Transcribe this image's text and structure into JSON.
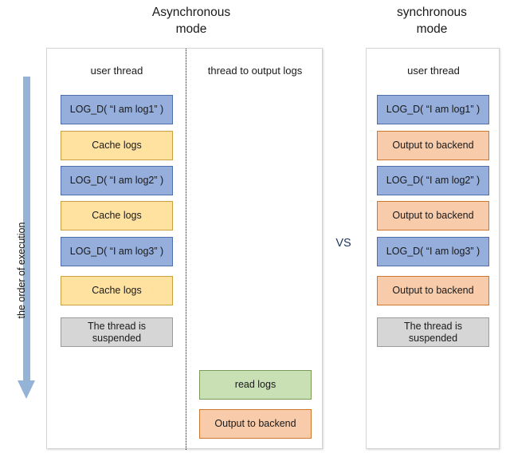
{
  "titles": {
    "async": "Asynchronous\nmode",
    "sync": "synchronous\nmode"
  },
  "comparison": {
    "vs_label": "VS"
  },
  "order_axis": {
    "label": "the order of execution",
    "arrow_color": "#95b3d7",
    "direction": "down"
  },
  "async_panel": {
    "columns": [
      {
        "id": "user-thread",
        "header": "user thread"
      },
      {
        "id": "output-log-thread",
        "header": "thread to output logs"
      }
    ],
    "user_thread_steps": [
      {
        "label": "LOG_D( “I am log1” )",
        "color": "#95aedc",
        "kind": "blue"
      },
      {
        "label": "Cache logs",
        "color": "#ffe2a0",
        "kind": "yellow"
      },
      {
        "label": "LOG_D( “I am log2” )",
        "color": "#95aedc",
        "kind": "blue"
      },
      {
        "label": "Cache logs",
        "color": "#ffe2a0",
        "kind": "yellow"
      },
      {
        "label": "LOG_D( “I am log3” )",
        "color": "#95aedc",
        "kind": "blue"
      },
      {
        "label": "Cache logs",
        "color": "#ffe2a0",
        "kind": "yellow"
      },
      {
        "label": "The thread is\nsuspended",
        "color": "#d6d6d6",
        "kind": "grey"
      }
    ],
    "output_thread_steps": [
      {
        "label": "read logs",
        "color": "#c9e0b4",
        "kind": "green"
      },
      {
        "label": "Output to backend",
        "color": "#f8cbaa",
        "kind": "orange"
      }
    ]
  },
  "sync_panel": {
    "columns": [
      {
        "id": "user-thread",
        "header": "user thread"
      }
    ],
    "user_thread_steps": [
      {
        "label": "LOG_D( “I am log1” )",
        "color": "#95aedc",
        "kind": "blue"
      },
      {
        "label": "Output to backend",
        "color": "#f8cbaa",
        "kind": "orange"
      },
      {
        "label": "LOG_D( “I am log2” )",
        "color": "#95aedc",
        "kind": "blue"
      },
      {
        "label": "Output to backend",
        "color": "#f8cbaa",
        "kind": "orange"
      },
      {
        "label": "LOG_D( “I am log3” )",
        "color": "#95aedc",
        "kind": "blue"
      },
      {
        "label": "Output to backend",
        "color": "#f8cbaa",
        "kind": "orange"
      },
      {
        "label": "The thread is\nsuspended",
        "color": "#d6d6d6",
        "kind": "grey"
      }
    ]
  }
}
